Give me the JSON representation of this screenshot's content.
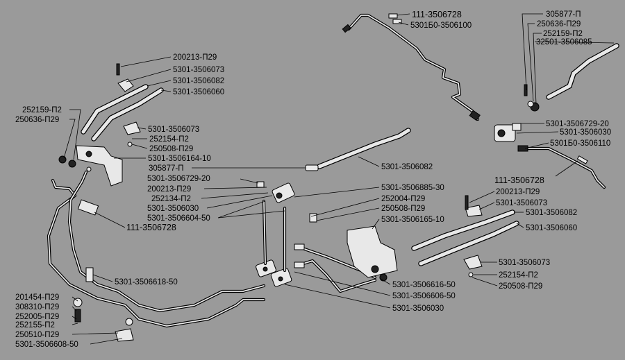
{
  "labels": {
    "top_right_group": [
      "111-3506728",
      "5301Б0-3506100",
      "305877-П",
      "250636-П29",
      "252159-П2",
      "32501-3506085"
    ],
    "right_mid_group": [
      "5301-3506729-20",
      "5301-3506030",
      "5301Б0-3506110",
      "111-3506728"
    ],
    "upper_left_group": [
      "200213-П29",
      "5301-3506073",
      "5301-3506082",
      "5301-3506060"
    ],
    "left_side_group": [
      "252159-П2",
      "250636-П29"
    ],
    "bracket_group": [
      "5301-3506073",
      "252154-П2",
      "250508-П29",
      "5301-3506164-10"
    ],
    "center_group": [
      "305877-П",
      "5301-3506729-20",
      "200213-П29",
      "252134-П2",
      "5301-3506030",
      "5301-3506604-50"
    ],
    "center_hose": "5301-3506082",
    "center_right_group": [
      "5301-3506885-30",
      "252004-П29",
      "250508-П29",
      "5301-3506165-10"
    ],
    "right_lower_group": [
      "200213-П29",
      "5301-3506073",
      "5301-3506082",
      "5301-3506060"
    ],
    "right_bottom_group": [
      "5301-3506073",
      "252154-П2",
      "250508-П29"
    ],
    "left_middle": "111-3506728",
    "pipe_main": "5301-3506618-50",
    "bottom_center_group": [
      "5301-3506616-50",
      "5301-3506606-50",
      "5301-3506030"
    ],
    "bottom_left_group": [
      "201454-П29",
      "308310-П29",
      "252005-П29",
      "252155-П2",
      "250510-П29",
      "5301-3506608-50"
    ]
  }
}
